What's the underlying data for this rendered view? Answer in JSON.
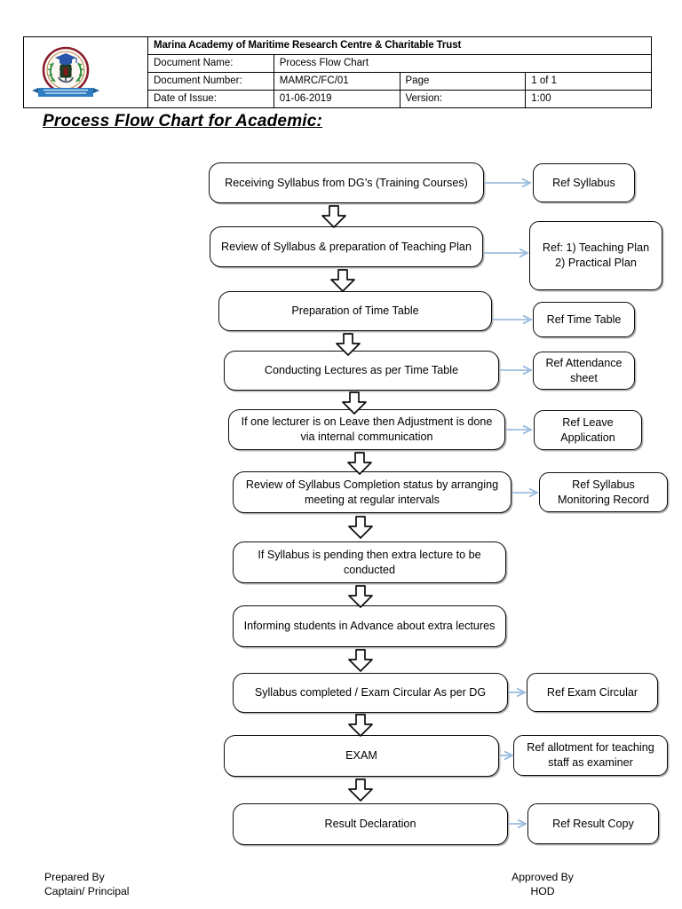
{
  "header": {
    "org_title": "Marina Academy of Maritime Research Centre & Charitable Trust",
    "logo_name": "marina-academy-seal",
    "rows": [
      {
        "label": "Document Name:",
        "value": "Process Flow Chart",
        "label2": "",
        "value2": ""
      },
      {
        "label": "Document Number:",
        "value": "MAMRC/FC/01",
        "label2": "Page",
        "value2": "1 of 1"
      },
      {
        "label": "Date of Issue:",
        "value": "01-06-2019",
        "label2": "Version:",
        "value2": "1:00"
      }
    ]
  },
  "page_title": "Process Flow Chart for Academic",
  "page_title_colon": ":",
  "flow": {
    "steps": [
      {
        "text": "Receiving Syllabus from DG’s (Training Courses)"
      },
      {
        "text": "Review of Syllabus & preparation of Teaching Plan"
      },
      {
        "text": "Preparation of Time Table"
      },
      {
        "text": "Conducting Lectures as per Time Table"
      },
      {
        "text": "If one lecturer is on Leave then Adjustment is done via internal communication"
      },
      {
        "text": "Review of Syllabus Completion status by arranging meeting at regular intervals"
      },
      {
        "text": "If Syllabus is pending then extra lecture to be conducted"
      },
      {
        "text": "Informing students in Advance about extra lectures"
      },
      {
        "text": "Syllabus completed / Exam Circular As per DG"
      },
      {
        "text": "EXAM"
      },
      {
        "text": "Result Declaration"
      }
    ],
    "refs": [
      {
        "text": "Ref Syllabus"
      },
      {
        "text": "Ref: 1) Teaching Plan\n2) Practical Plan"
      },
      {
        "text": "Ref Time Table"
      },
      {
        "text": "Ref Attendance sheet"
      },
      {
        "text": "Ref Leave Application"
      },
      {
        "text": "Ref Syllabus Monitoring Record"
      },
      {
        "text": "Ref Exam Circular"
      },
      {
        "text": "Ref allotment for teaching staff as examiner"
      },
      {
        "text": "Ref Result Copy"
      }
    ],
    "connector_color": "#8db3da",
    "node_border_color": "#0d0d0d"
  },
  "footer": {
    "prepared_by_label": "Prepared By",
    "prepared_by_value": "Captain/ Principal",
    "approved_by_label": "Approved By",
    "approved_by_value": "HOD"
  }
}
